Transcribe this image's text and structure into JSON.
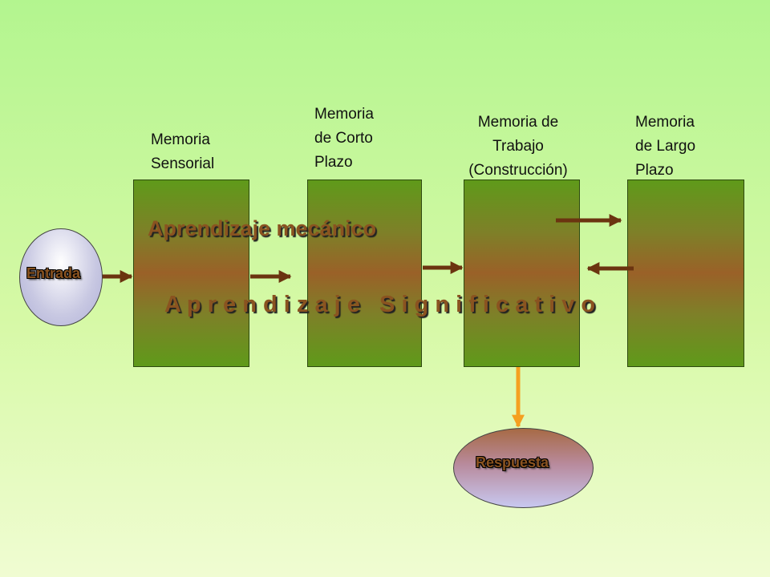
{
  "stages": [
    {
      "id": "sensorial",
      "lines": [
        "Memoria",
        "Sensorial"
      ]
    },
    {
      "id": "corto",
      "lines": [
        "Memoria",
        "de Corto",
        "Plazo"
      ]
    },
    {
      "id": "trabajo",
      "lines": [
        "Memoria de",
        "Trabajo",
        "(Construcción)"
      ]
    },
    {
      "id": "largo",
      "lines": [
        "Memoria",
        "de Largo",
        "Plazo"
      ]
    }
  ],
  "input_label": "Entrada",
  "output_label": "Respuesta",
  "rote_learning": "Aprendizaje mecánico",
  "meaningful_learning": "A p r e n d i z a j e   S i g n i f i c a t i v o",
  "colors": {
    "arrow_brown": "#6b3410",
    "arrow_orange": "#f5a020",
    "box_green": "#5f9a1a",
    "box_brown": "#9a6128",
    "text_brown": "#8a5320"
  }
}
